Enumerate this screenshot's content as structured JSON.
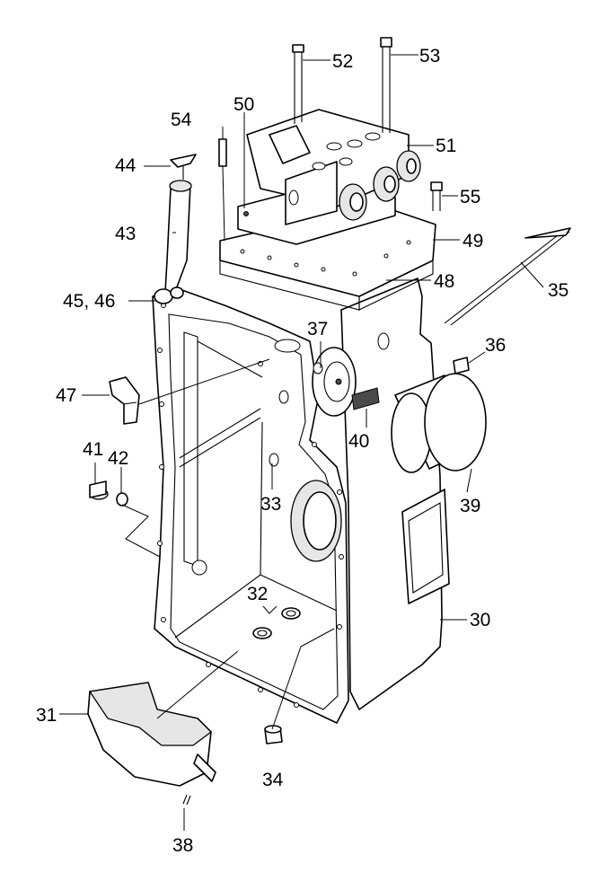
{
  "callouts": {
    "c30": "30",
    "c31": "31",
    "c32": "32",
    "c33": "33",
    "c34": "34",
    "c35": "35",
    "c36": "36",
    "c37": "37",
    "c38": "38",
    "c39": "39",
    "c40": "40",
    "c41": "41",
    "c42": "42",
    "c43": "43",
    "c44": "44",
    "c4546": "45, 46",
    "c47": "47",
    "c48": "48",
    "c49": "49",
    "c50": "50",
    "c51": "51",
    "c52": "52",
    "c53": "53",
    "c54": "54",
    "c55": "55"
  }
}
